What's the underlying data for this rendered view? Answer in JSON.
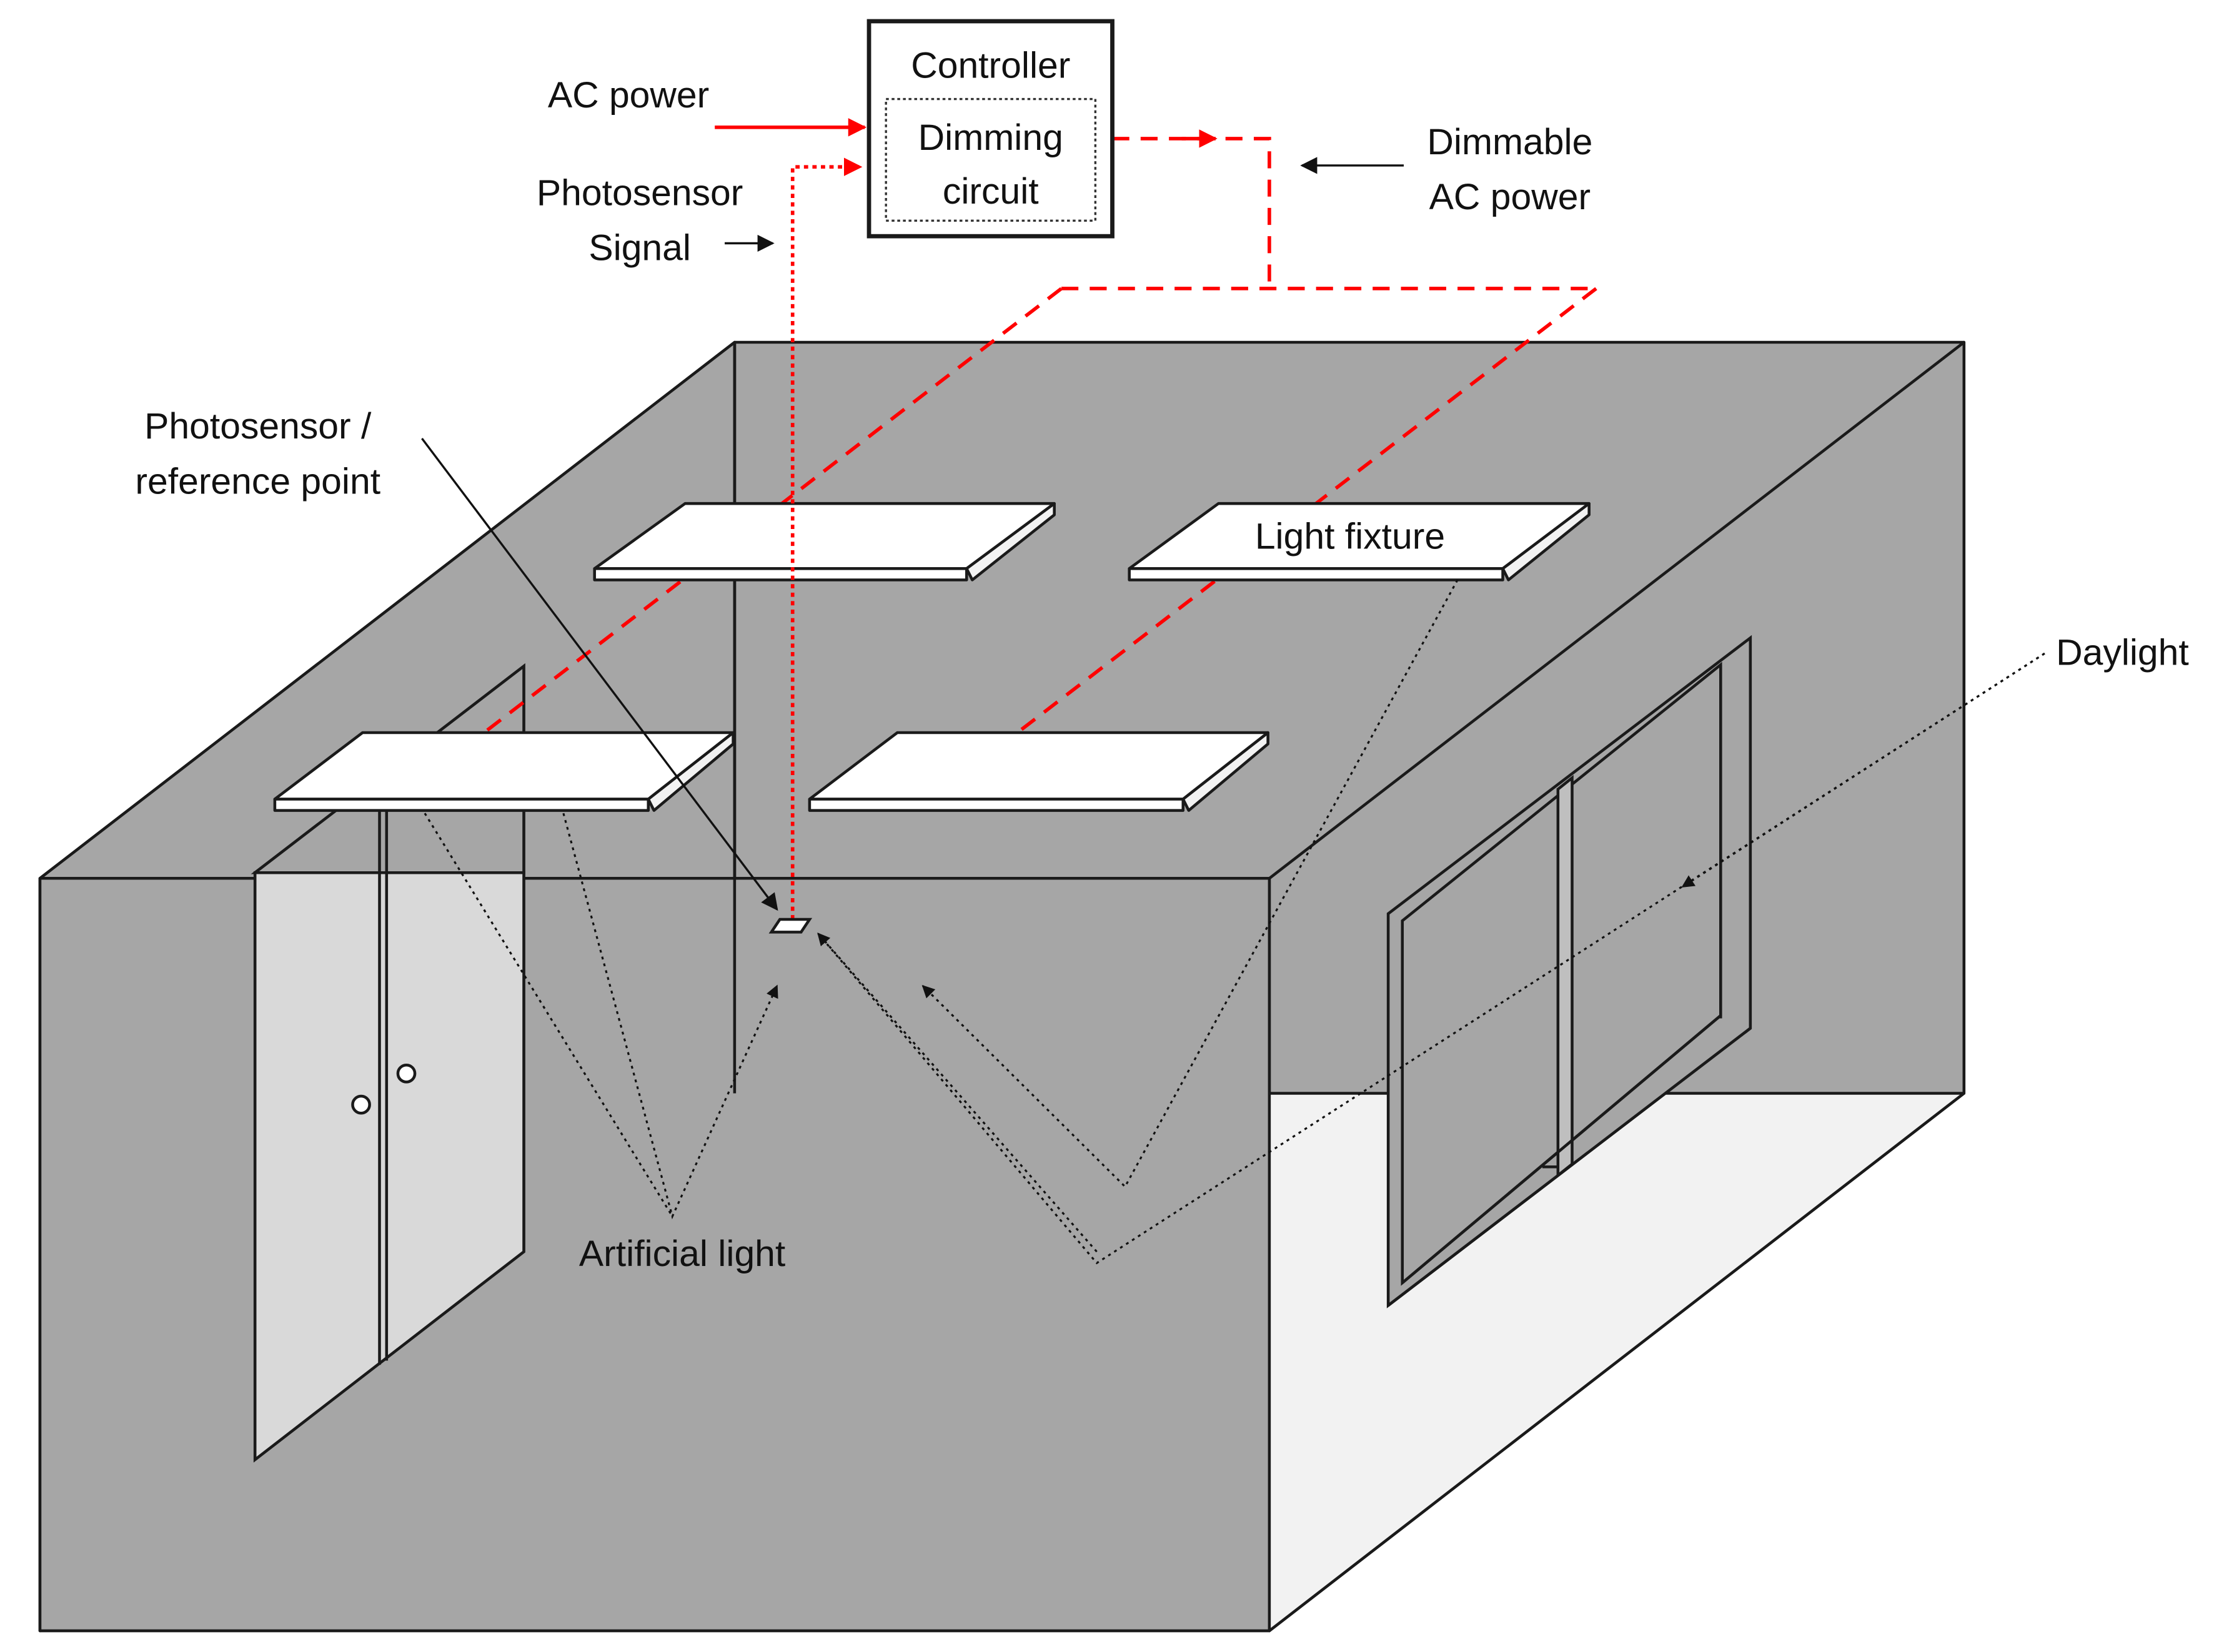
{
  "controller": {
    "title": "Controller",
    "circuit_line1": "Dimming",
    "circuit_line2": "circuit"
  },
  "labels": {
    "ac_power": "AC power",
    "photosensor_signal_line1": "Photosensor",
    "photosensor_signal_line2": "Signal",
    "dimmable_line1": "Dimmable",
    "dimmable_line2": "AC power",
    "photosensor_ref_line1": "Photosensor /",
    "photosensor_ref_line2": "reference point",
    "light_fixture": "Light fixture",
    "daylight": "Daylight",
    "artificial_light": "Artificial light"
  },
  "colors": {
    "wall": "#a6a6a6",
    "floor": "#f2f2f2",
    "door": "#d9d9d9",
    "fixture": "#ffffff",
    "wiring": "#ff0000",
    "outline": "#1a1a1a"
  }
}
